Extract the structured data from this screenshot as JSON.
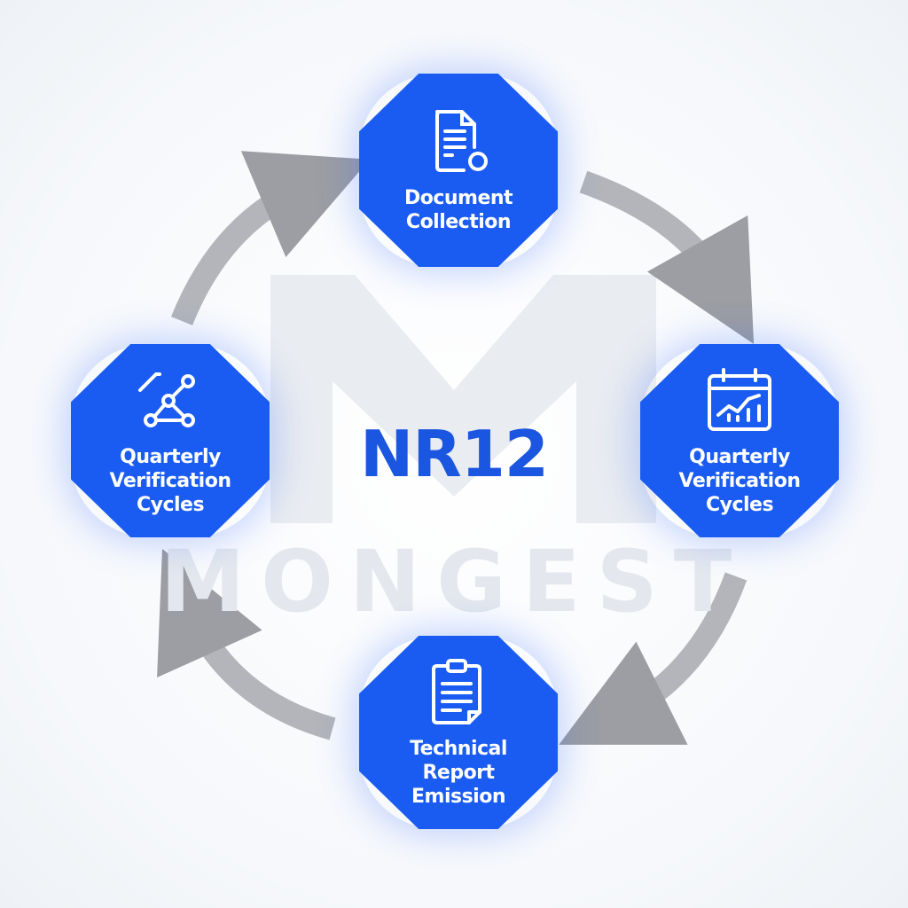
{
  "center_title": "NR12",
  "watermark": "MONGEST",
  "colors": {
    "node": "#1a5cf2",
    "title": "#1a56e0",
    "arrow": "#a9abb0"
  },
  "nodes": [
    {
      "label_lines": [
        "Document",
        "Collection"
      ],
      "icon": "document-icon"
    },
    {
      "label_lines": [
        "Quarterly",
        "Verification",
        "Cycles"
      ],
      "icon": "calendar-chart-icon"
    },
    {
      "label_lines": [
        "Technical",
        "Report",
        "Emission"
      ],
      "icon": "clipboard-icon"
    },
    {
      "label_lines": [
        "Quarterly",
        "Verification",
        "Cycles"
      ],
      "icon": "network-nodes-icon"
    }
  ]
}
